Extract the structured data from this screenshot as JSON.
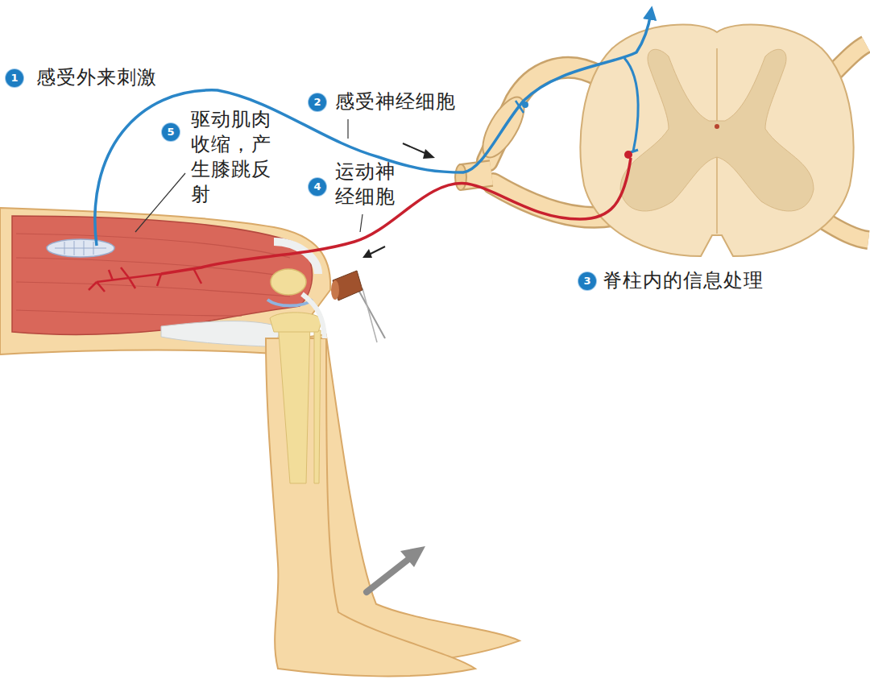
{
  "diagram": {
    "nodes": [
      {
        "text": [
          "1",
          "感受外来刺激"
        ]
      },
      {
        "text": [
          "2",
          "感受神经细胞"
        ]
      },
      {
        "text": [
          "5",
          "驱动肌肉收缩，产生膝跳反射"
        ]
      },
      {
        "text": [
          "4",
          "运动神经细胞"
        ]
      },
      {
        "text": [
          "3",
          "脊柱内的信息处理"
        ]
      }
    ]
  }
}
